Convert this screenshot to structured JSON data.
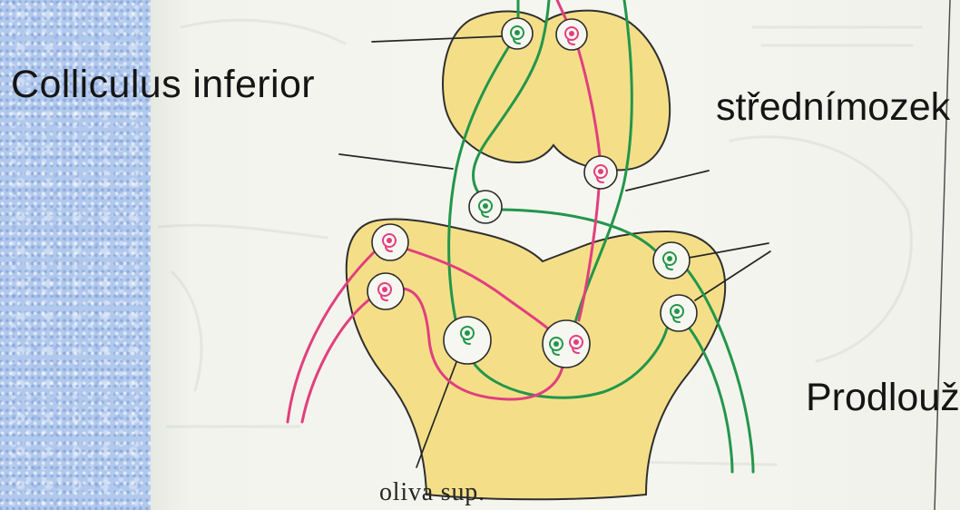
{
  "slide": {
    "labels": {
      "colliculus_inferior": "Colliculus inferior",
      "midbrain": "střednímozek",
      "medulla": "Prodlouž",
      "olive": "oliva sup."
    }
  },
  "colors": {
    "slide_background": "#b1c9ec",
    "scan_background": "#f2f3ec",
    "nucleus_region": "#f4df88",
    "green_fiber": "#23964b",
    "magenta_fiber": "#e13f7e",
    "outline": "#2f2f2f"
  }
}
